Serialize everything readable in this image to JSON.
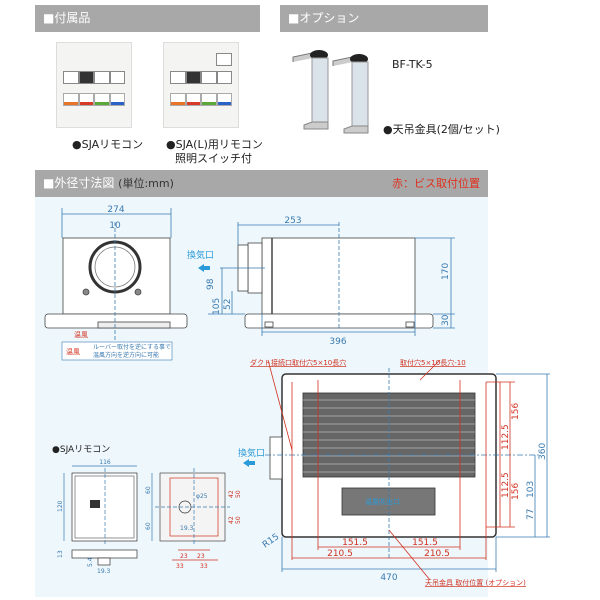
{
  "accessories": {
    "header": "■付属品",
    "items": [
      {
        "label": "●SJAリモコン"
      },
      {
        "label_line1": "●SJA(L)用リモコン",
        "label_line2": "照明スイッチ付"
      }
    ]
  },
  "options": {
    "header": "■オプション",
    "model": "BF-TK-5",
    "label": "●天吊金具(2個/セット)"
  },
  "dimensions": {
    "header": "■外径寸法図",
    "unit": "(単位:mm)",
    "note": "赤：ビス取付位置",
    "front": {
      "width": "274",
      "duct_offset": "10",
      "louver_a": "温風",
      "louver_b": "温風",
      "louver_note_1": "ルーバー取付を逆にする事で",
      "louver_note_2": "温風方向を逆方向に可能"
    },
    "side": {
      "exhaust": "換気口",
      "d253": "253",
      "d396": "396",
      "d170": "170",
      "d30": "30",
      "d98": "98",
      "d105": "105",
      "d52": "52"
    },
    "bottom": {
      "duct_hole": "ダクト接続口取付穴5×10長穴",
      "mount_hole": "取付穴5×10長穴-10",
      "exhaust": "換気口",
      "outlet": "温風吹出口",
      "r15": "R15",
      "d151a": "151.5",
      "d151b": "151.5",
      "d210a": "210.5",
      "d210b": "210.5",
      "d470": "470",
      "d112a": "112.5",
      "d112b": "112.5",
      "d156a": "156",
      "d156b": "156",
      "d360": "360",
      "d103": "103",
      "d77": "77",
      "hanger": "天吊金具 取付位置 (オプション)"
    },
    "remote": {
      "title": "●SJAリモコン",
      "w": "116",
      "h": "120",
      "t": "13",
      "s54": "5.4",
      "s193": "19.3",
      "p60a": "60",
      "p60b": "60",
      "p42a": "42",
      "p42b": "42",
      "p50a": "50",
      "p50b": "50",
      "p23a": "23",
      "p23b": "23",
      "p33a": "33",
      "p33b": "33",
      "phi": "φ25",
      "p193": "19.3"
    }
  }
}
